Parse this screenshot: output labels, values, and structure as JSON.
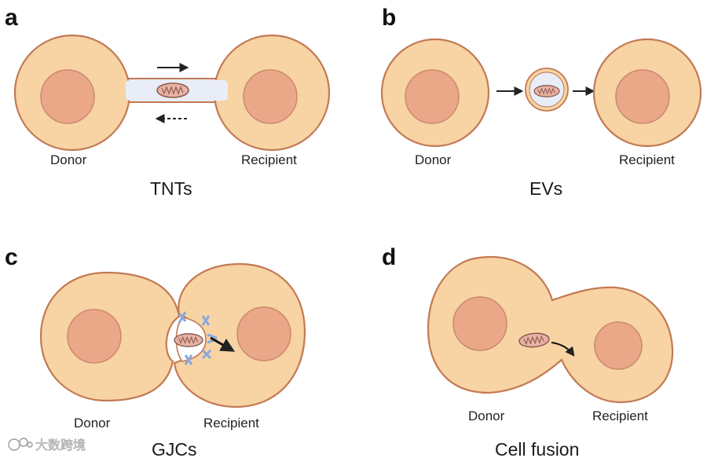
{
  "colors": {
    "cell_fill": "#f8d3a4",
    "cell_stroke": "#c27a54",
    "nucleus_fill": "#eba888",
    "nucleus_stroke": "#c98a6e",
    "tube_fill": "#e8edf8",
    "mito_fill": "#e9b3a3",
    "mito_stroke": "#8c5a52",
    "channel_blue": "#8aa8dc",
    "arrow": "#222222"
  },
  "panels": {
    "a": {
      "letter": "a",
      "donor": "Donor",
      "recipient": "Recipient",
      "mechanism": "TNTs"
    },
    "b": {
      "letter": "b",
      "donor": "Donor",
      "recipient": "Recipient",
      "mechanism": "EVs"
    },
    "c": {
      "letter": "c",
      "donor": "Donor",
      "recipient": "Recipient",
      "mechanism": "GJCs"
    },
    "d": {
      "letter": "d",
      "donor": "Donor",
      "recipient": "Recipient",
      "mechanism": "Cell fusion"
    }
  },
  "watermark": {
    "text": "大数跨境",
    "icon": "watermark-logo-icon"
  }
}
